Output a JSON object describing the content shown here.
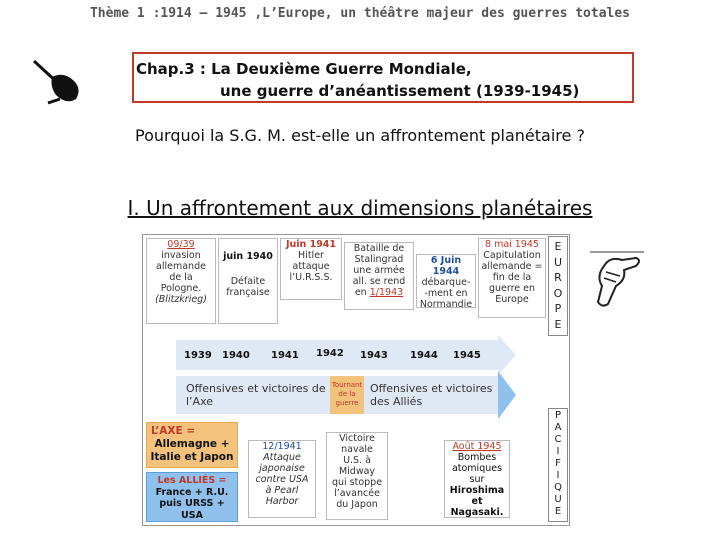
{
  "header": {
    "theme": "Thème 1 :1914 – 1945 ,L’Europe, un théâtre majeur des guerres totales",
    "chapter_line1": "Chap.3 : La Deuxième Guerre Mondiale,",
    "chapter_line2": "une guerre d’anéantissement (1939-1945)",
    "question": "Pourquoi la S.G. M.  est-elle un affrontement planétaire ?",
    "section": "I. Un affrontement aux dimensions planétaires"
  },
  "top_events": [
    {
      "date": "09/39",
      "text": [
        "invasion",
        "allemande",
        "de la",
        "Pologne.",
        "(Blitzkrieg)"
      ]
    },
    {
      "date": "juin 1940",
      "text": [
        "Défaite",
        "française"
      ]
    },
    {
      "date": "Juin 1941",
      "text": [
        "Hitler",
        "attaque",
        "l’U.R.S.S."
      ]
    },
    {
      "date": "1/1943",
      "text": [
        "Bataille de",
        "Stalingrad",
        "une armée",
        "all. se rend",
        "en"
      ]
    },
    {
      "date": "6 Juin 1944",
      "text": [
        "débarque-",
        "-ment en",
        "Normandie"
      ]
    },
    {
      "date": "8 mai 1945",
      "text": [
        "Capitulation",
        "allemande =",
        "fin de la",
        "guerre en",
        "Europe"
      ]
    }
  ],
  "years": [
    "1939",
    "1940",
    "1941",
    "1942",
    "1943",
    "1944",
    "1945"
  ],
  "phases": {
    "axis": "Offensives et victoires de l’Axe",
    "turning": [
      "Tournant",
      "de la",
      "guerre"
    ],
    "allies": "Offensives et victoires des Alliés"
  },
  "legend": {
    "axis": [
      "L’AXE =",
      "Allemagne +",
      "Italie et Japon"
    ],
    "allies": [
      "Les ALLIÉS =",
      "France + R.U.",
      "puis URSS +",
      "USA"
    ]
  },
  "bottom_events": [
    {
      "date": "12/1941",
      "text": [
        "Attaque",
        "japonaise",
        "contre USA",
        "à Pearl",
        "Harbor"
      ]
    },
    {
      "date": "",
      "text": [
        "Victoire",
        "navale",
        "U.S. à",
        "Midway",
        "qui stoppe",
        "l’avancée",
        "du Japon"
      ]
    },
    {
      "date": "Août 1945",
      "text": [
        "Bombes",
        "atomiques",
        "sur",
        "Hiroshima et",
        "Nagasaki."
      ]
    }
  ],
  "europe_letters": [
    "E",
    "U",
    "R",
    "O",
    "P",
    "E"
  ],
  "pacifique_letters": [
    "P",
    "A",
    "C",
    "I",
    "F",
    "I",
    "Q",
    "U",
    "E"
  ],
  "colors": {
    "red": "#c0392b",
    "axis_band": "#f3c27d",
    "allies_band": "#8fc1ec",
    "light_band": "#dfe9f5"
  }
}
